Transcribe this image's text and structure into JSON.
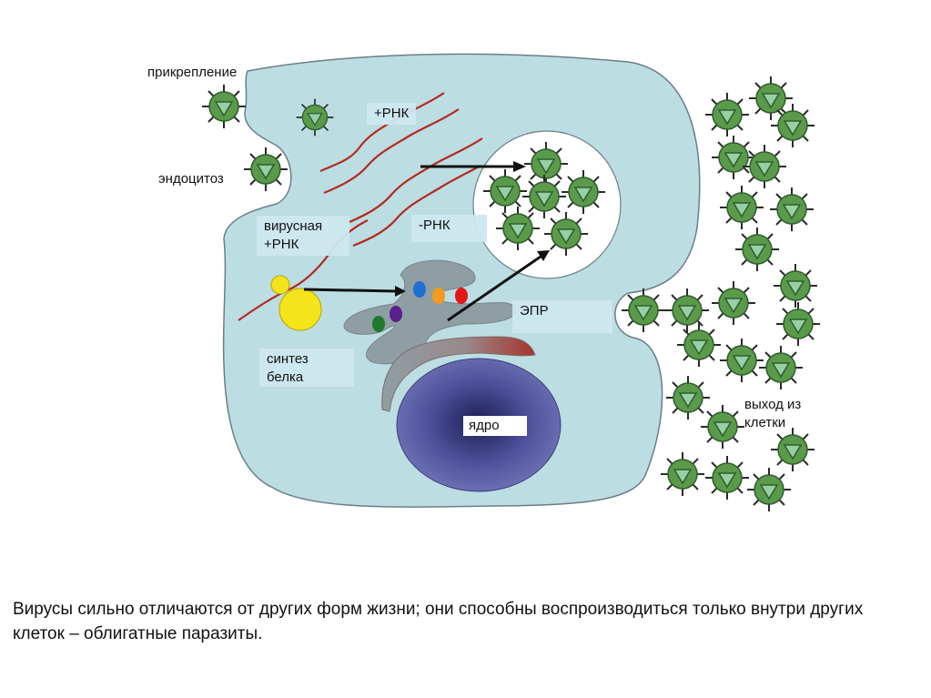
{
  "labels": {
    "attachment": "прикрепление",
    "endocytosis": "эндоцитоз",
    "plus_rna": "+РНК",
    "minus_rna": "-РНК",
    "viral_rna_1": "вирусная",
    "viral_rna_2": "+РНК",
    "er": "ЭПР",
    "protein_1": "синтез",
    "protein_2": "белка",
    "nucleus": "ядро",
    "exit_1": "выход из",
    "exit_2": "клетки"
  },
  "caption": "Вирусы сильно отличаются от других форм жизни; они способны воспроизводиться только внутри других клеток – облигатные паразиты.",
  "colors": {
    "cytoplasm": "#bcdde2",
    "cell_border": "#6a7f86",
    "rna": "#b22a22",
    "nucleus": "#4a4f96",
    "er_and_golgi": "#8f9fa4",
    "virus_fill": "#5a9a4a",
    "virus_core": "#97cfa6",
    "vesicle": "#ffffff"
  }
}
